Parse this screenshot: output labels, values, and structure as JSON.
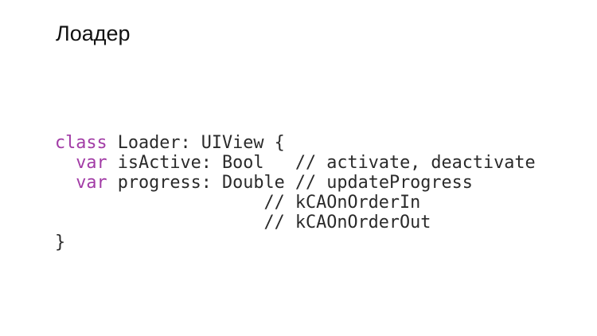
{
  "slide": {
    "title": "Лоадер"
  },
  "colors": {
    "keyword": "#a23ca6",
    "text": "#2a2a2a",
    "title": "#111111",
    "background": "#ffffff"
  },
  "code": {
    "line1": {
      "keyword": "class",
      "text": " Loader: UIView {"
    },
    "line2": {
      "indent": "  ",
      "keyword": "var",
      "text": " isActive: Bool   // activate, deactivate"
    },
    "line3": {
      "indent": "  ",
      "keyword": "var",
      "text": " progress: Double // updateProgress"
    },
    "line4": {
      "text": "                    // kCAOnOrderIn"
    },
    "line5": {
      "text": "                    // kCAOnOrderOut"
    },
    "line6": {
      "text": "}"
    }
  }
}
